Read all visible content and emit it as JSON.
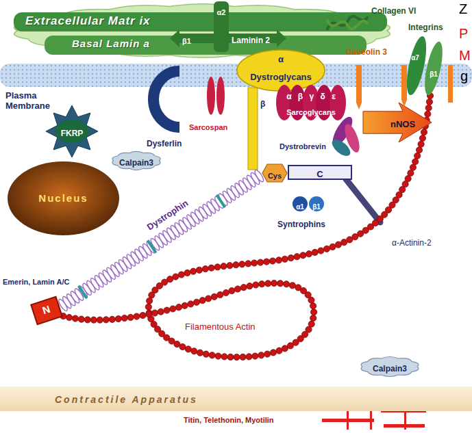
{
  "diagram": {
    "nodes": [
      {
        "text": [
          "Extracellular Matr ix",
          "Basal Lamin a"
        ]
      },
      {
        "text": [
          "Plasma Membrane"
        ]
      },
      {
        "text": [
          "α",
          "Dystroglycans"
        ]
      },
      {
        "text": [
          "FKRP"
        ]
      },
      {
        "text": [
          "Calpain3"
        ]
      },
      {
        "text": [
          "Nucleus"
        ]
      },
      {
        "text": [
          "Cys"
        ]
      },
      {
        "text": [
          "C"
        ]
      },
      {
        "text": [
          "nNOS"
        ]
      },
      {
        "text": [
          "N"
        ]
      },
      {
        "text": [
          "Contractile Apparatus"
        ]
      },
      {
        "text": [
          "Calpain3"
        ]
      }
    ],
    "labels": [
      "Z",
      "P",
      "M",
      "g",
      "Collagen VI",
      "α2",
      "β1",
      "Laminin 2",
      "Integrins",
      "α7",
      "β1",
      "Caveolin 3",
      "β",
      "Sarcospan",
      "α β γ δ ε",
      "Sarcoglycans",
      "Dysferlin",
      "Dystrobrevin",
      "Dystrophin",
      "Syntrophins",
      "α1",
      "β1",
      "α-Actinin-2",
      "Filamentous Actin",
      "Emerin, Lamin A/C",
      "Titin, Telethonin, Myotilin"
    ]
  }
}
